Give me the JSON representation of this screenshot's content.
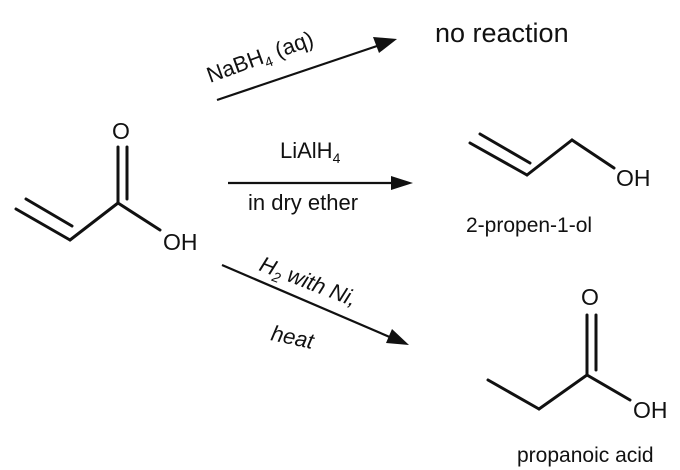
{
  "reactant": {
    "atom_o": "O",
    "atom_oh": "OH"
  },
  "reactions": [
    {
      "reagent_main": "NaBH",
      "reagent_sub": "4",
      "reagent_tail": " (aq)",
      "product_text": "no reaction"
    },
    {
      "reagent_main": "LiAlH",
      "reagent_sub": "4",
      "condition": "in dry ether",
      "product_atom_oh": "OH",
      "product_name": "2-propen-1-ol"
    },
    {
      "reagent_main": "H",
      "reagent_sub": "2",
      "reagent_tail": " with Ni,",
      "condition": "heat",
      "product_atom_o": "O",
      "product_atom_oh": "OH",
      "product_name": "propanoic acid"
    }
  ]
}
